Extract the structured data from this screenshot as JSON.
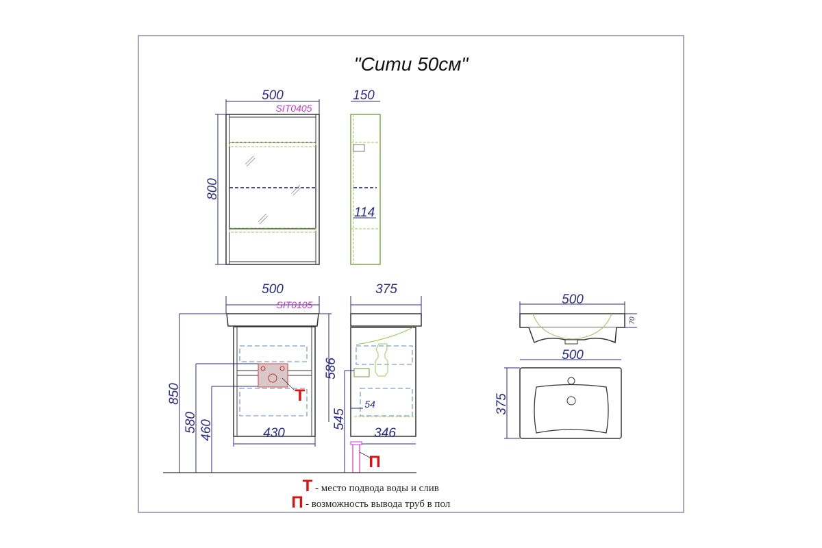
{
  "title": "\"Сити 50см\"",
  "mirror_cabinet": {
    "code": "SIT0405",
    "width": "500",
    "height": "800",
    "depth": "150",
    "inner_depth": "114"
  },
  "vanity": {
    "code": "SIT0105",
    "width": "500",
    "height_total": "850",
    "height_580": "580",
    "height_460": "460",
    "body_height": "586",
    "body_width": "430",
    "depth": "375",
    "inner_depth": "346",
    "pipe_height": "545",
    "offset": "54"
  },
  "sink": {
    "width_side": "500",
    "thickness": "70",
    "width_top": "500",
    "depth": "375"
  },
  "legend": [
    {
      "symbol": "Т",
      "text": "- место подвода воды и слив"
    },
    {
      "symbol": "П",
      "text": "- возможность вывода труб в пол"
    }
  ],
  "colors": {
    "frame": "#8a8ab8",
    "dimension": "#2a2a8a",
    "code": "#cc33cc",
    "marker": "#e01010"
  }
}
